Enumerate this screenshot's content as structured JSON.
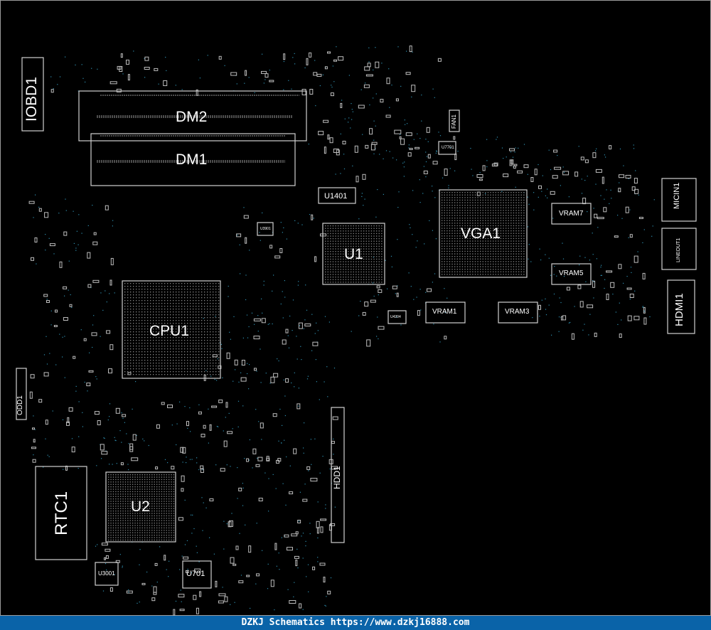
{
  "components": {
    "iobd1": "IOBD1",
    "dm2": "DM2",
    "dm1": "DM1",
    "fan1": "FAN1",
    "u7701": "U7701",
    "u1401": "U1401",
    "u3901": "U3901",
    "u1": "U1",
    "vga1": "VGA1",
    "micin1": "MICIN1",
    "lineout1": "LINEOUT1",
    "vram7": "VRAM7",
    "vram5": "VRAM5",
    "vram1": "VRAM1",
    "vram3": "VRAM3",
    "u4204": "U4204",
    "hdmi1": "HDMI1",
    "cpu1": "CPU1",
    "odd1": "ODD1",
    "hdd1": "HDD1",
    "rtc1": "RTC1",
    "u2": "U2",
    "u3001": "U3001",
    "u701": "U701"
  },
  "colors": {
    "background": "#000000",
    "outline": "#d0d0d0",
    "pin_dot": "#2f8fb0",
    "footer_bg": "#0a63a8"
  },
  "footer": "DZKJ Schematics https://www.dzkj16888.com"
}
